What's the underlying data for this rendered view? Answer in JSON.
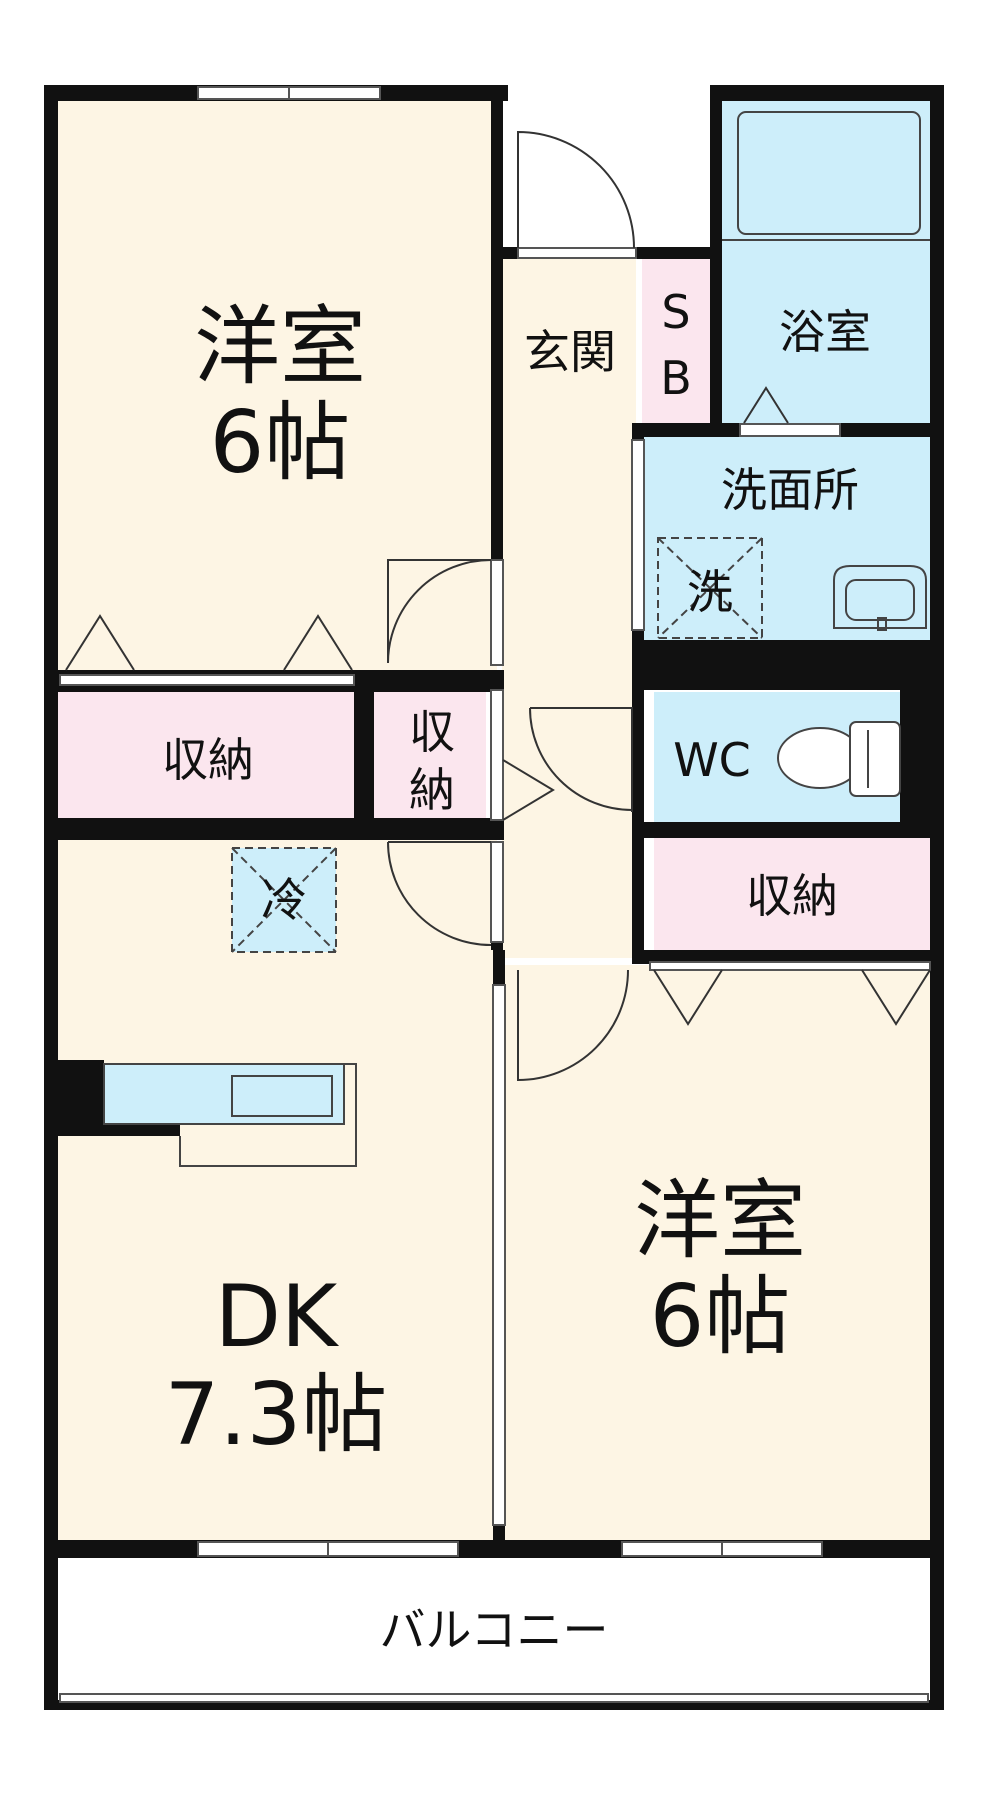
{
  "rooms": {
    "western_top": {
      "name": "洋室",
      "size": "6帖"
    },
    "entrance": "玄関",
    "shoe_box": "S\nB",
    "bath": "浴室",
    "washroom": "洗面所",
    "washer": "洗",
    "wc": "WC",
    "storage_left": "収納",
    "storage_small": "収\n納",
    "storage_right": "収納",
    "fridge": "冷",
    "dk": {
      "name": "DK",
      "size": "7.3帖"
    },
    "western_bottom": {
      "name": "洋室",
      "size": "6帖"
    },
    "balcony": "バルコニー"
  },
  "colors": {
    "room_floor": "#fdf5e4",
    "storage": "#fbe6ee",
    "wet_area": "#cdeefa",
    "wall": "#111111"
  }
}
